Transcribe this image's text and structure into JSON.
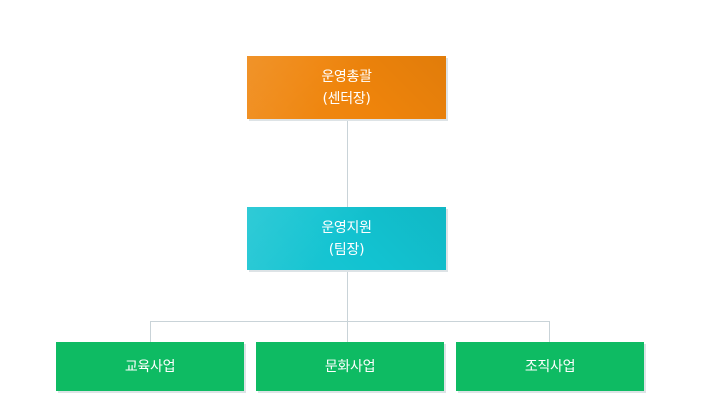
{
  "org_chart": {
    "top": {
      "line1": "운영총괄",
      "line2": "(센터장)",
      "color": "#ef840b"
    },
    "middle": {
      "line1": "운영지원",
      "line2": "(팀장)",
      "color": "#12c3d1"
    },
    "leaves": [
      {
        "label": "교육사업"
      },
      {
        "label": "문화사업"
      },
      {
        "label": "조직사업"
      }
    ],
    "leaf_color": "#0ebb63",
    "connector_color": "#c9d3d8"
  }
}
